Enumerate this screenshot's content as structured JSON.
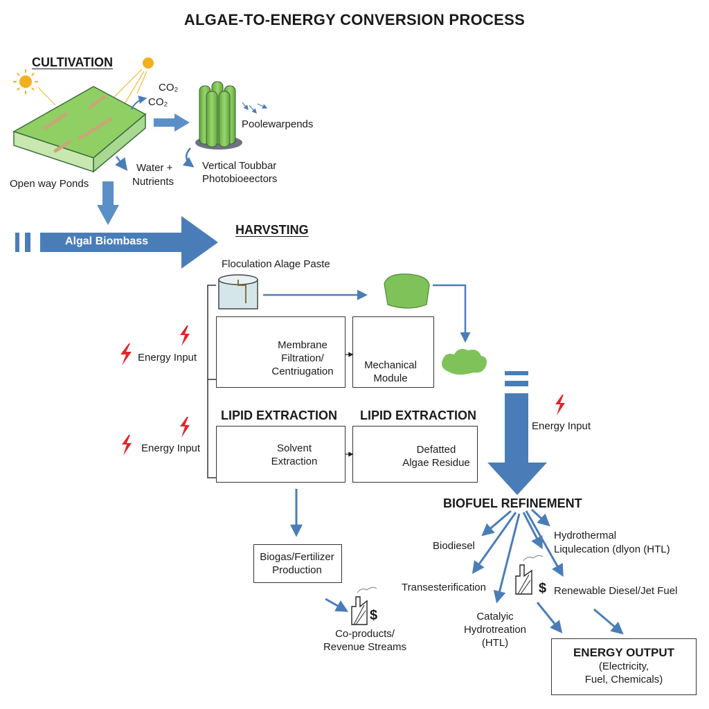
{
  "title": "ALGAE-TO-ENERGY CONVERSION PROCESS",
  "cultivation": {
    "heading": "CULTIVATION",
    "co2_a": "CO₂",
    "co2_b": "CO₂",
    "open_ponds": "Open way Ponds",
    "water_line1": "Water +",
    "water_line2": "Nutrients",
    "pond_label": "Poolewarpends",
    "vertical_line1": "Vertical Toubbar",
    "vertical_line2": "Photobioeectors",
    "biomass_arrow": "Algal Biombass"
  },
  "harvesting": {
    "heading": "HARVSTING",
    "flocculation": "Floculation Alage Paste",
    "membrane_line1": "Membrane",
    "membrane_line2": "Filtration/",
    "membrane_line3": "Centriugation",
    "mechanical_line1": "Mechanical",
    "mechanical_line2": "Module"
  },
  "energy_input": {
    "label_1": "Energy Input",
    "label_2": "Energy Input",
    "label_3": "Energy Input"
  },
  "lipid": {
    "heading_1": "LIPID EXTRACTION",
    "heading_2": "LIPID EXTRACTION",
    "solvent_line1": "Solvent",
    "solvent_line2": "Extraction",
    "defatted_line1": "Defatted",
    "defatted_line2": "Algae Residue"
  },
  "biogas": {
    "line1": "Biogas/Fertilizer",
    "line2": "Production",
    "coproducts_line1": "Co-products/",
    "coproducts_line2": "Revenue Streams",
    "dollar": "$"
  },
  "refinement": {
    "heading": "BIOFUEL REFINEMENT",
    "biodiesel": "Biodiesel",
    "htl_line1": "Hydrothermal",
    "htl_line2": "Liqulecation (dlyon (HTL)",
    "transester": "Transesterification",
    "renewable": "Renewable Diesel/Jet Fuel",
    "catalytic_line1": "Catalyic",
    "catalytic_line2": "Hydrotreation",
    "catalytic_line3": "(HTL)",
    "dollar": "$"
  },
  "output": {
    "heading": "ENERGY OUTPUT",
    "line1": "(Electricity,",
    "line2": "Fuel, Chemicals)"
  },
  "colors": {
    "arrow_blue": "#4a7db8",
    "algae_green": "#7fc25a",
    "sun_yellow": "#f2b01e",
    "bolt_red": "#e0262b"
  }
}
